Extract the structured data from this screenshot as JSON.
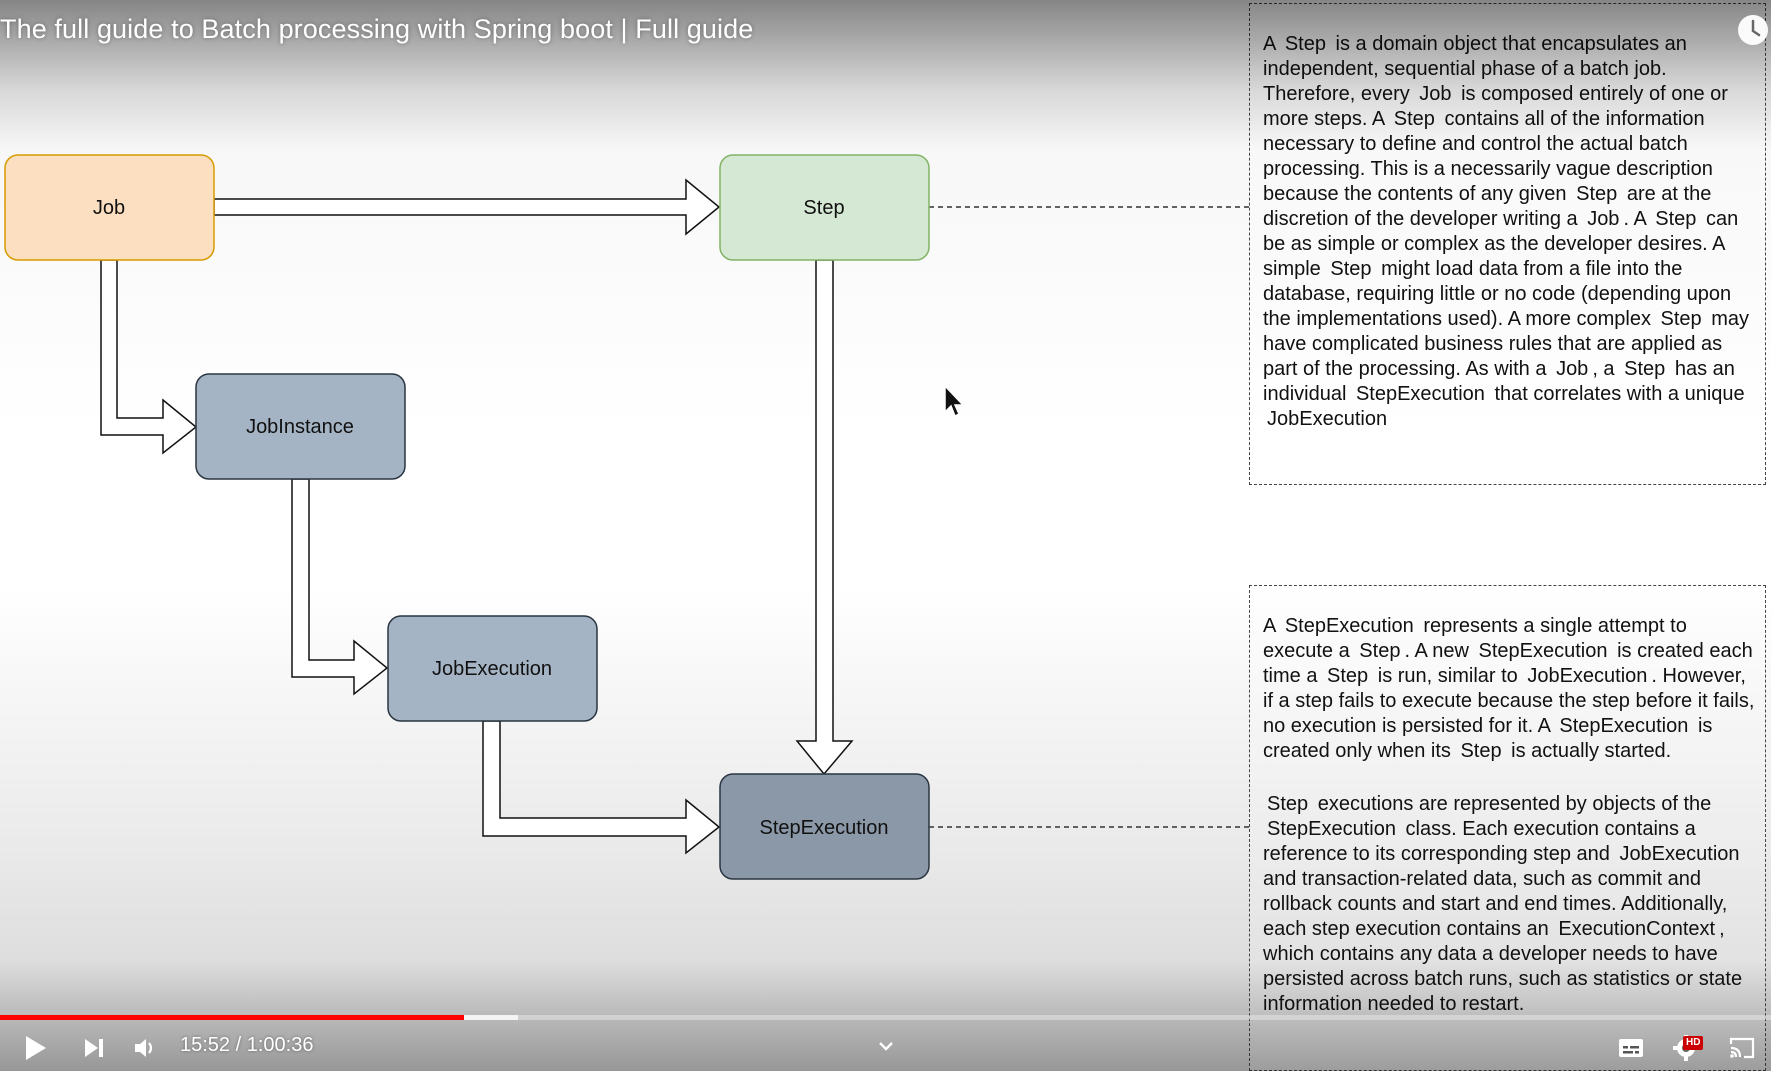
{
  "video": {
    "title": "The full guide to Batch processing with Spring boot | Full guide"
  },
  "diagram": {
    "nodes": {
      "job": "Job",
      "step": "Step",
      "job_instance": "JobInstance",
      "job_execution": "JobExecution",
      "step_execution": "StepExecution"
    },
    "colors": {
      "job_fill": "#fcdfc0",
      "job_stroke": "#d79b00",
      "step_fill": "#d5e8d4",
      "step_stroke": "#82b366",
      "blue_fill": "#a5b4c4",
      "blue_stroke": "#2a3542",
      "dark_fill": "#8b98a7"
    }
  },
  "notes": {
    "step": {
      "p1_a": "A",
      "p1_b": "Step",
      "p1_c": "is a domain object that encapsulates an independent, sequential phase of a batch job. Therefore, every",
      "p1_d": "Job",
      "p1_e": "is composed entirely of one or more steps. A",
      "p1_f": "Step",
      "p1_g": "contains all of the information necessary to define and control the actual batch processing. This is a necessarily vague description because the contents of any given",
      "p1_h": "Step",
      "p1_i": "are at the discretion of the developer writing a",
      "p1_j": "Job",
      "p1_k": ". A",
      "p1_l": "Step",
      "p1_m": "can be as simple or complex as the developer desires. A simple",
      "p1_n": "Step",
      "p1_o": "might load data from a file into the database, requiring little or no code (depending upon the implementations used). A more complex",
      "p1_p": "Step",
      "p1_q": "may have complicated business rules that are applied as part of the processing. As with a",
      "p1_r": "Job",
      "p1_s": ", a",
      "p1_t": "Step",
      "p1_u": "has an individual",
      "p1_v": "StepExecution",
      "p1_w": "that correlates with a unique",
      "p1_x": "JobExecution"
    },
    "step_execution": {
      "p1_a": "A",
      "p1_b": "StepExecution",
      "p1_c": "represents a single attempt to execute a",
      "p1_d": "Step",
      "p1_e": ". A new",
      "p1_f": "StepExecution",
      "p1_g": "is created each time a",
      "p1_h": "Step",
      "p1_i": "is run, similar to",
      "p1_j": "JobExecution",
      "p1_k": ". However, if a step fails to execute because the step before it fails, no execution is persisted for it. A",
      "p1_l": "StepExecution",
      "p1_m": "is created only when its",
      "p1_n": "Step",
      "p1_o": "is actually started.",
      "p2_a": "Step",
      "p2_b": "executions are represented by objects of the",
      "p2_c": "StepExecution",
      "p2_d": "class. Each execution contains a reference to its corresponding step and",
      "p2_e": "JobExecution",
      "p2_f": "and transaction-related data, such as commit and rollback counts and start and end times. Additionally, each step execution contains an",
      "p2_g": "ExecutionContext",
      "p2_h": ", which contains any data a developer needs to have persisted across batch runs, such as statistics or state information needed to restart."
    }
  },
  "player": {
    "current_time": "15:52",
    "separator": " / ",
    "duration": "1:00:36",
    "played_fraction": 0.2619,
    "buffered_fraction": 0.2926,
    "hd_badge": "HD",
    "accent_color": "#ff0000"
  }
}
